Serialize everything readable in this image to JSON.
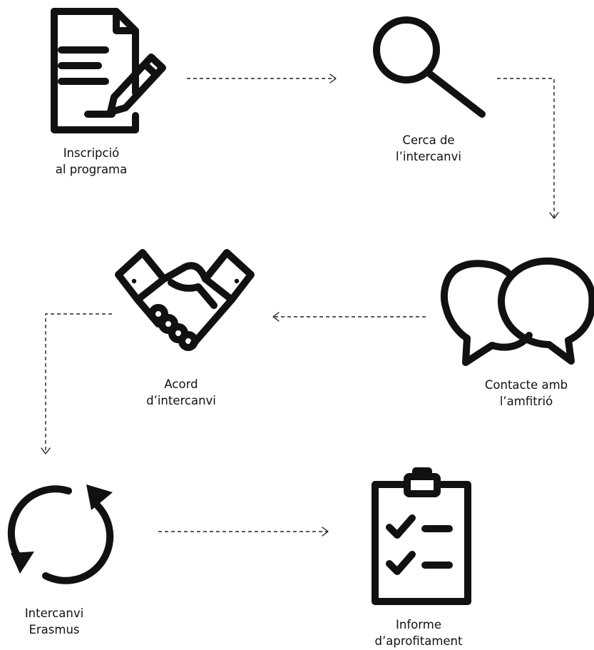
{
  "steps": [
    {
      "id": "inscripcio",
      "line1": "Inscripció",
      "line2": "al programa",
      "icon": "document-pencil-icon"
    },
    {
      "id": "cerca",
      "line1": "Cerca de",
      "line2": "l’intercanvi",
      "icon": "magnifier-icon"
    },
    {
      "id": "contacte",
      "line1": "Contacte amb",
      "line2": "l’amfitrió",
      "icon": "speech-bubbles-icon"
    },
    {
      "id": "acord",
      "line1": "Acord",
      "line2": "d’intercanvi",
      "icon": "handshake-icon"
    },
    {
      "id": "intercanvi",
      "line1": "Intercanvi",
      "line2": "Erasmus",
      "icon": "cycle-arrows-icon"
    },
    {
      "id": "informe",
      "line1": "Informe",
      "line2": "d’aprofitament",
      "icon": "clipboard-checklist-icon"
    }
  ],
  "colors": {
    "ink": "#111111",
    "background": "#ffffff"
  }
}
